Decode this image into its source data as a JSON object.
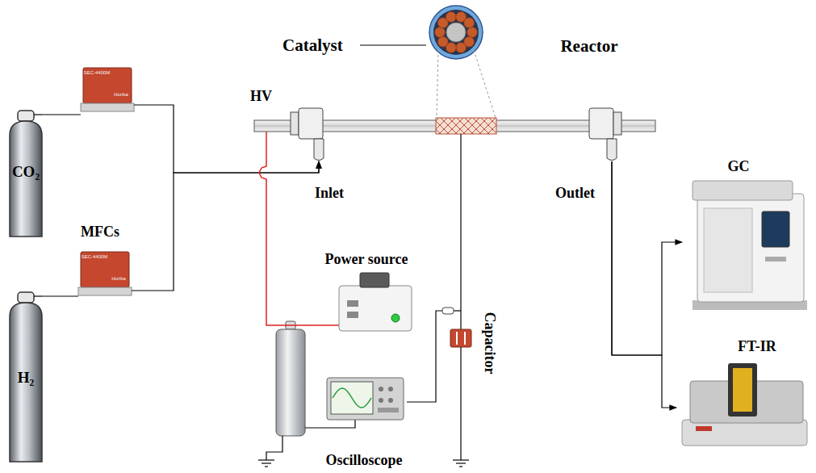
{
  "diagram": {
    "nodes": [
      {
        "text": [
          "CO₂"
        ]
      },
      {
        "text": [
          "H₂"
        ]
      },
      {
        "text": [
          "SEC-4400M",
          "Horiba"
        ]
      },
      {
        "text": [
          "SEC-4400M",
          "Horiba"
        ]
      },
      {
        "text": [
          "Reactor"
        ]
      },
      {
        "text": [
          "Power source"
        ]
      },
      {
        "text": [
          "Oscilloscope"
        ]
      },
      {
        "text": [
          "Capacitor"
        ]
      },
      {
        "text": [
          "GC"
        ]
      },
      {
        "text": [
          "FT-IR"
        ]
      }
    ],
    "edges": [
      {
        "from": 0,
        "to": 2,
        "arrow": "none"
      },
      {
        "from": 1,
        "to": 3,
        "arrow": "none"
      },
      {
        "from": 2,
        "to": 4,
        "arrow": "to"
      },
      {
        "from": 3,
        "to": 4,
        "arrow": "to"
      },
      {
        "from": 5,
        "to": 4,
        "arrow": "none"
      },
      {
        "from": 4,
        "to": 7,
        "arrow": "none"
      },
      {
        "from": 7,
        "to": 6,
        "arrow": "none"
      },
      {
        "from": 4,
        "to": 8,
        "arrow": "to"
      },
      {
        "from": 4,
        "to": 9,
        "arrow": "to"
      }
    ],
    "labels": [
      "MFCs",
      "Catalyst",
      "HV",
      "Inlet",
      "Outlet"
    ]
  }
}
